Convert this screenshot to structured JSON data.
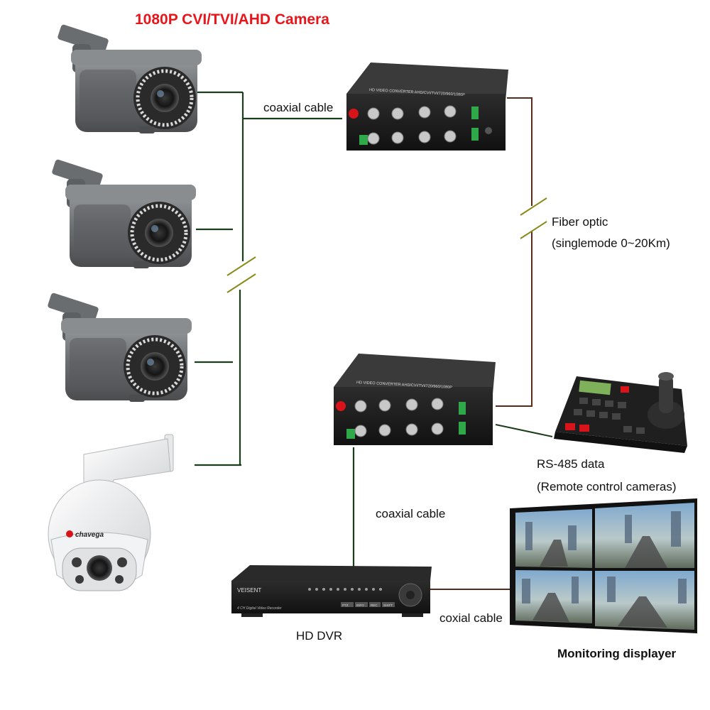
{
  "title": "1080P CVI/TVI/AHD Camera",
  "labels": {
    "coax_top": "coaxial cable",
    "fiber_line1": "Fiber optic",
    "fiber_line2": "(singlemode 0~20Km)",
    "rs485_line1": "RS-485 data",
    "rs485_line2": "(Remote control cameras)",
    "coax_bottom": "coaxial cable",
    "coxial": "coxial cable",
    "dvr": "HD DVR",
    "monitor": "Monitoring displayer"
  },
  "device_text": {
    "converter_top": "HD VIDEO CONVERTER AHD/CVI/TVI/720/960/1080P",
    "converter_bottom": "HD VIDEO CONVERTER AHD/CVI/TVI/720/960/1080P",
    "dvr_brand": "VEISENT",
    "dvr_model": "4 CH Digital Video Recorder",
    "dvr_btn1": "PTZ",
    "dvr_btn2": "INFO",
    "dvr_btn3": "REC",
    "dvr_btn4": "SHIFT",
    "dome_brand": "chavega"
  },
  "colors": {
    "title": "#e8161b",
    "cable": "#1a3d1a",
    "fiber": "#5a2a1a",
    "fiber_break": "#8a8a1a",
    "device_dark": "#1c1c1c",
    "camera_body": "#6f7275"
  }
}
